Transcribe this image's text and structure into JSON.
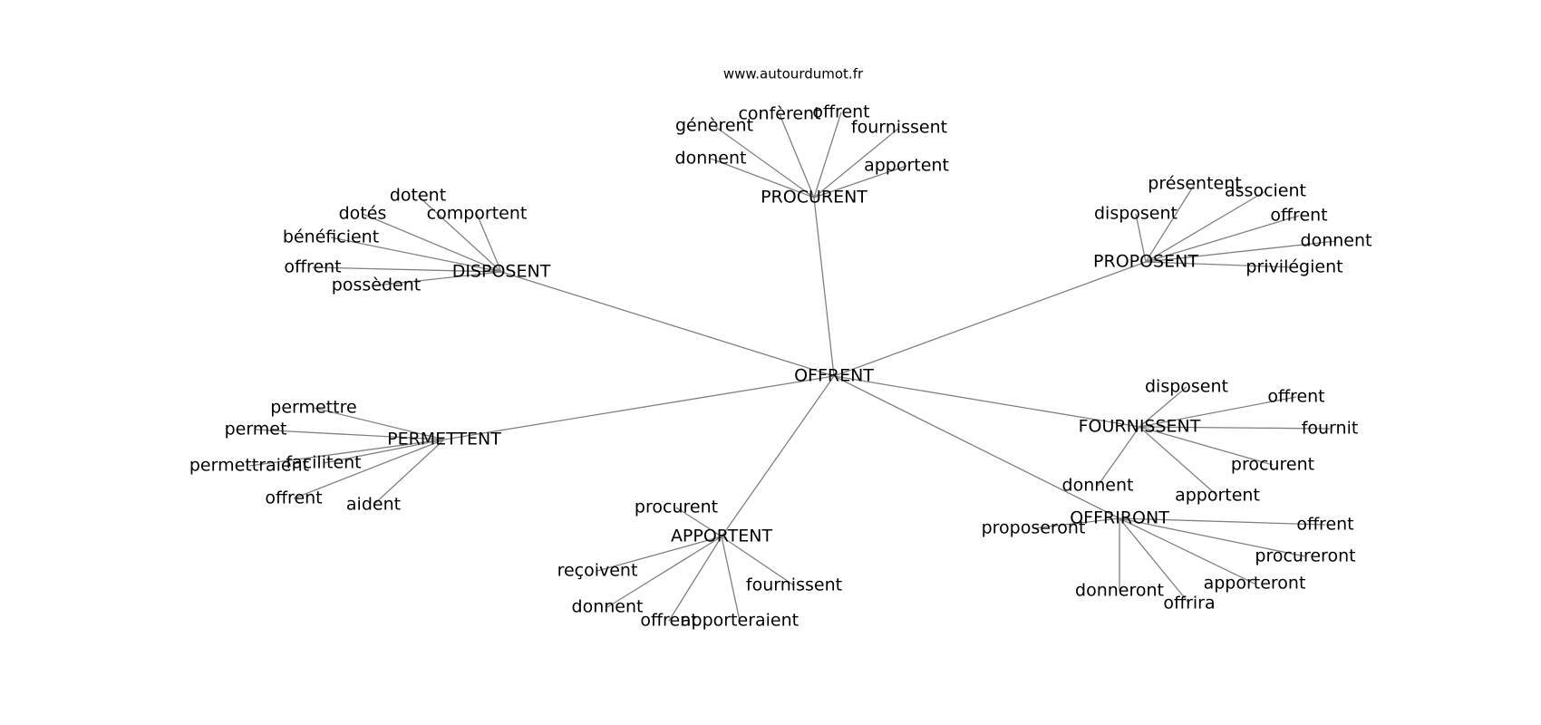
{
  "source_label": "www.autourdumot.fr",
  "edge_color": "#808080",
  "text_color": "#000000",
  "root": "OFFRENT",
  "hubs": [
    {
      "label": "PROCURENT",
      "words": [
        "génèrent",
        "confèrent",
        "offrent",
        "fournissent",
        "donnent",
        "apportent"
      ]
    },
    {
      "label": "DISPOSENT",
      "words": [
        "dotent",
        "dotés",
        "comportent",
        "bénéficient",
        "offrent",
        "possèdent"
      ]
    },
    {
      "label": "PROPOSENT",
      "words": [
        "présentent",
        "associent",
        "disposent",
        "offrent",
        "donnent",
        "privilégient"
      ]
    },
    {
      "label": "PERMETTENT",
      "words": [
        "permettre",
        "permet",
        "permettraient",
        "facilitent",
        "offrent",
        "aident"
      ]
    },
    {
      "label": "FOURNISSENT",
      "words": [
        "disposent",
        "offrent",
        "fournit",
        "procurent",
        "apportent",
        "donnent"
      ]
    },
    {
      "label": "APPORTENT",
      "words": [
        "procurent",
        "reçoivent",
        "donnent",
        "offrent",
        "apporteraient",
        "fournissent"
      ]
    },
    {
      "label": "OFFRIRONT",
      "words": [
        "proposeront",
        "offrent",
        "procureront",
        "apporteront",
        "offrira",
        "donneront"
      ]
    }
  ]
}
